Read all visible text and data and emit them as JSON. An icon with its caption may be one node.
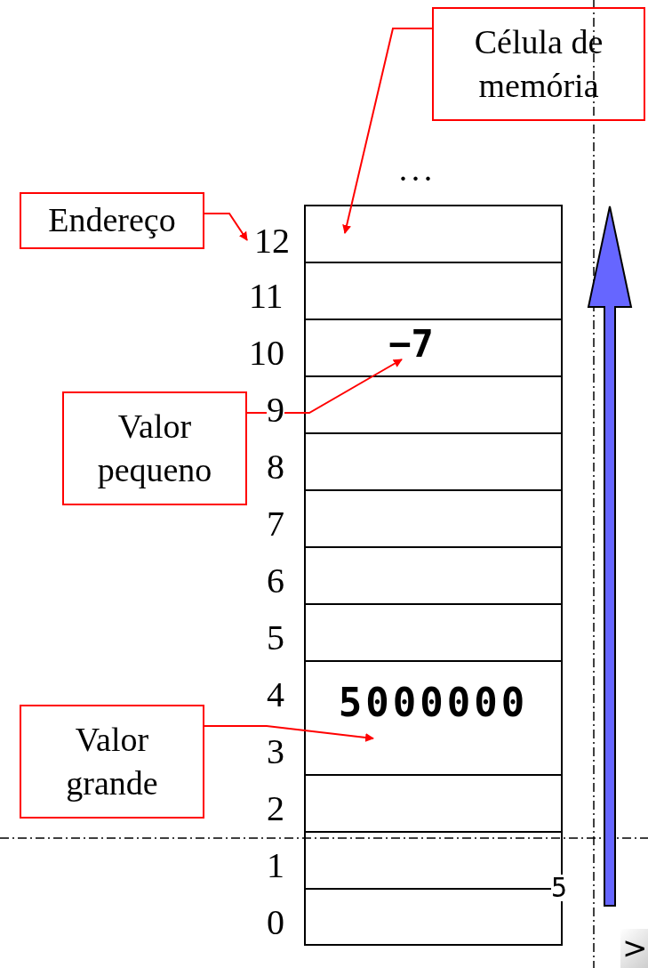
{
  "diagram": {
    "nodes": [
      {
        "text": [
          "Célula de memória"
        ]
      },
      {
        "text": [
          "Endereço"
        ]
      },
      {
        "text": [
          "12"
        ]
      },
      {
        "text": [],
        "shape": "box"
      },
      {
        "text": [],
        "shape": "box"
      },
      {
        "text": [
          "−7"
        ]
      },
      {
        "text": [],
        "shape": "box"
      },
      {
        "text": [],
        "shape": "box"
      },
      {
        "text": [],
        "shape": "box"
      },
      {
        "text": [],
        "shape": "box"
      },
      {
        "text": [],
        "shape": "box"
      },
      {
        "text": [
          "5000000"
        ]
      },
      {
        "text": [],
        "shape": "box"
      },
      {
        "text": [],
        "shape": "box"
      },
      {
        "text": [],
        "shape": "box"
      },
      {
        "text": [
          "Valor pequeno"
        ]
      },
      {
        "text": [
          "Valor grande"
        ]
      }
    ],
    "edges": [
      {
        "from": 0,
        "to": 3,
        "arrow": "to"
      },
      {
        "from": 1,
        "to": 2,
        "arrow": "to"
      },
      {
        "from": 15,
        "to": 5,
        "arrow": "to"
      },
      {
        "from": 16,
        "to": 11,
        "arrow": "to"
      }
    ],
    "labels": [
      ". . .",
      "11",
      "10",
      "9",
      "8",
      "7",
      "6",
      "5",
      "4",
      "3",
      "2",
      "1",
      "5",
      "0",
      ">"
    ]
  }
}
